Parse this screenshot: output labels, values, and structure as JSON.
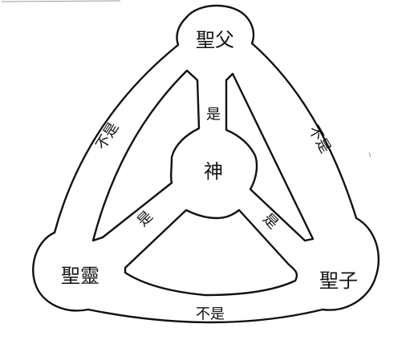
{
  "nodes": {
    "father": "聖父",
    "son": "聖子",
    "spirit": "聖靈",
    "god": "神"
  },
  "edges": {
    "is": "是",
    "is_not": "不是"
  },
  "colors": {
    "ink": "#111111",
    "paper": "#ffffff"
  }
}
